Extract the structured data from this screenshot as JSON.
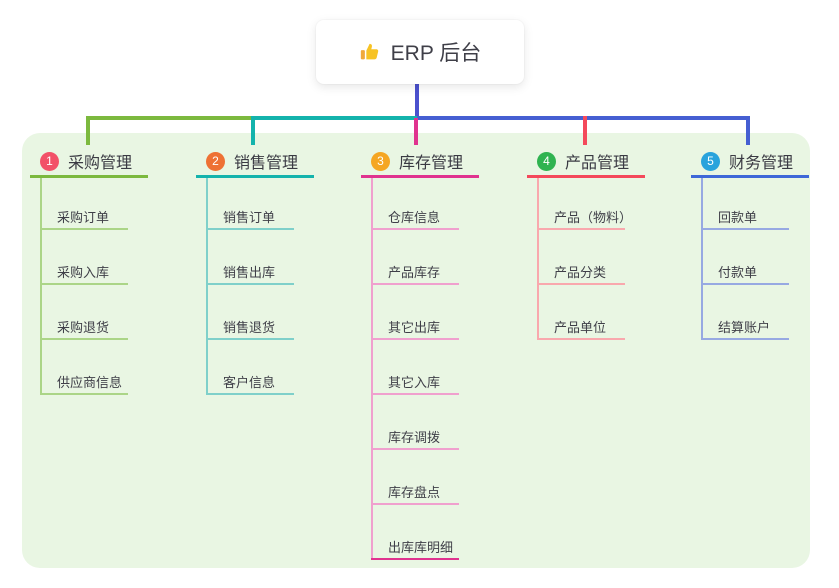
{
  "root": {
    "label": "ERP 后台",
    "icon": "thumbs-up",
    "accent_color": "#4b51ce"
  },
  "branches": [
    {
      "badge": "1",
      "label": "采购管理",
      "badge_color": "#f25168",
      "line_color": "#7cb93e",
      "light_line_color": "#abd587",
      "children": [
        "采购订单",
        "采购入库",
        "采购退货",
        "供应商信息"
      ]
    },
    {
      "badge": "2",
      "label": "销售管理",
      "badge_color": "#ee7134",
      "line_color": "#14b3ac",
      "light_line_color": "#7fd0ca",
      "children": [
        "销售订单",
        "销售出库",
        "销售退货",
        "客户信息"
      ]
    },
    {
      "badge": "3",
      "label": "库存管理",
      "badge_color": "#f5a623",
      "line_color": "#e0338f",
      "light_line_color": "#f0a0ce",
      "children": [
        "仓库信息",
        "产品库存",
        "其它出库",
        "其它入库",
        "库存调拨",
        "库存盘点",
        "出库库明细"
      ]
    },
    {
      "badge": "4",
      "label": "产品管理",
      "badge_color": "#2fb350",
      "line_color": "#f4495b",
      "light_line_color": "#f9a8ad",
      "children": [
        "产品（物料）",
        "产品分类",
        "产品单位"
      ]
    },
    {
      "badge": "5",
      "label": "财务管理",
      "badge_color": "#29a3dc",
      "line_color": "#3e68d8",
      "light_line_color": "#97a9e2",
      "children": [
        "回款单",
        "付款单",
        "结算账户"
      ]
    }
  ],
  "canvas": {
    "panel_color": "#e9f6e3",
    "background_color": "#ffffff"
  }
}
